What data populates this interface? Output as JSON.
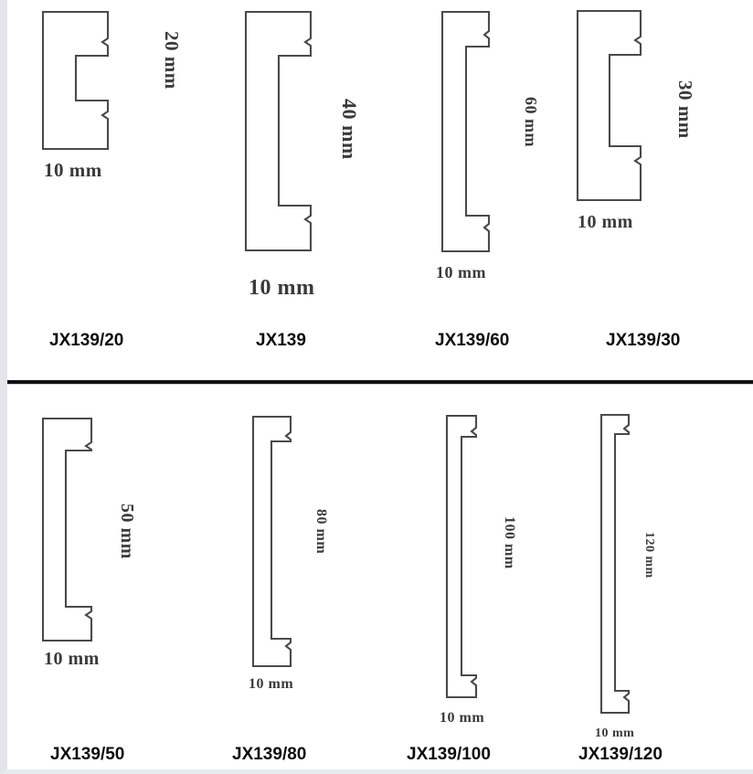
{
  "sheet": {
    "background_color": "#ffffff",
    "line_color": "#4a4a4a",
    "text_color": "#0d0d0d",
    "divider_color": "#111111",
    "edge_strip_color": "#e3e5e9"
  },
  "rows": [
    {
      "name": "top-row",
      "items": [
        {
          "code": "JX139/20",
          "width_label": "10 mm",
          "height_label": "20 mm",
          "width_mm": 10,
          "height_mm": 20
        },
        {
          "code": "JX139",
          "width_label": "10 mm",
          "height_label": "40 mm",
          "width_mm": 10,
          "height_mm": 40
        },
        {
          "code": "JX139/60",
          "width_label": "10 mm",
          "height_label": "60 mm",
          "width_mm": 10,
          "height_mm": 60
        },
        {
          "code": "JX139/30",
          "width_label": "10 mm",
          "height_label": "30 mm",
          "width_mm": 10,
          "height_mm": 30
        }
      ]
    },
    {
      "name": "bottom-row",
      "items": [
        {
          "code": "JX139/50",
          "width_label": "10 mm",
          "height_label": "50 mm",
          "width_mm": 10,
          "height_mm": 50
        },
        {
          "code": "JX139/80",
          "width_label": "10 mm",
          "height_label": "80 mm",
          "width_mm": 10,
          "height_mm": 80
        },
        {
          "code": "JX139/100",
          "width_label": "10 mm",
          "height_label": "100 mm",
          "width_mm": 10,
          "height_mm": 100
        },
        {
          "code": "JX139/120",
          "width_label": "10 mm",
          "height_label": "120 mm",
          "width_mm": 10,
          "height_mm": 120
        }
      ]
    }
  ]
}
